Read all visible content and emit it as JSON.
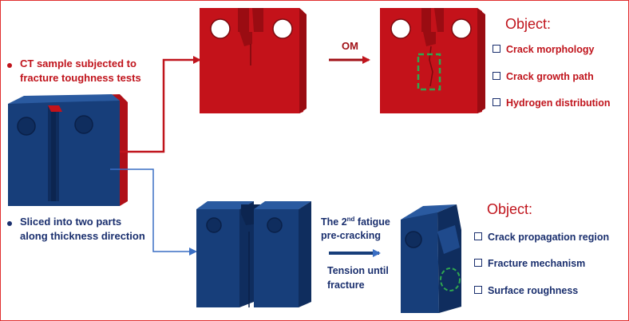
{
  "left": {
    "bullet_red_line1": "CT sample subjected to",
    "bullet_red_line2": "fracture toughness tests",
    "bullet_blue_line1": "Sliced into two parts",
    "bullet_blue_line2": "along thickness direction"
  },
  "top": {
    "arrow_label": "OM",
    "object_title": "Object:",
    "items": [
      "Crack morphology",
      "Crack growth path",
      "Hydrogen distribution"
    ]
  },
  "bottom": {
    "label1_pre": "The 2",
    "label1_sup": "nd",
    "label1_post": " fatigue",
    "label2": "pre-cracking",
    "label3": "Tension until",
    "label4": "fracture",
    "object_title": "Object:",
    "items": [
      "Crack propagation region",
      "Fracture mechanism",
      "Surface roughness"
    ]
  },
  "colors": {
    "red_block": "#c4121a",
    "blue_block": "#173e7a",
    "text_red": "#c0141c",
    "text_navy": "#1a2f6e",
    "highlight_green": "#2fa84f"
  }
}
